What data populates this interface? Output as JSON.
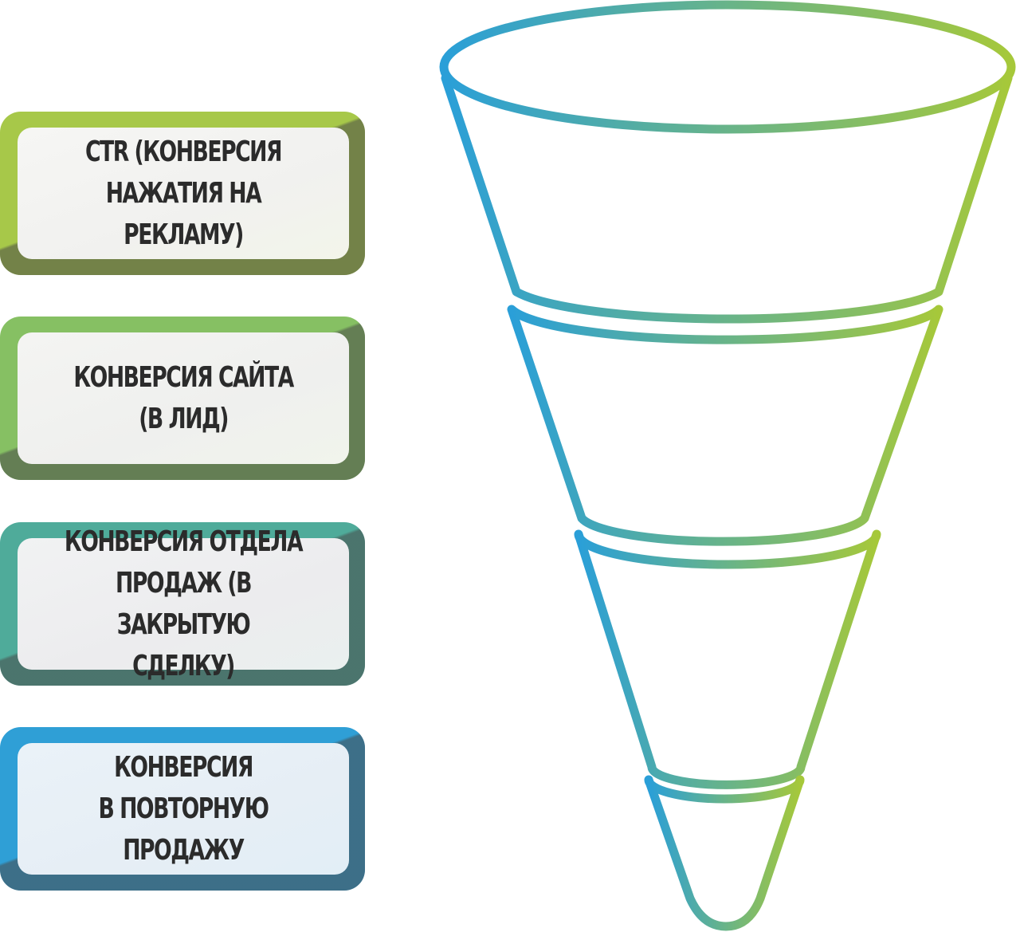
{
  "stages": [
    {
      "label": "CTR (КОНВЕРСИЯ\nНАЖАТИЯ НА РЕКЛАМУ)",
      "color": "#a7c849"
    },
    {
      "label": "КОНВЕРСИЯ САЙТА\n(В ЛИД)",
      "color": "#86c063"
    },
    {
      "label": "КОНВЕРСИЯ ОТДЕЛА\nПРОДАЖ (В ЗАКРЫТУЮ\nСДЕЛКУ)",
      "color": "#4fab9a"
    },
    {
      "label": "КОНВЕРСИЯ\nВ ПОВТОРНУЮ ПРОДАЖУ",
      "color": "#2f9fd6"
    }
  ],
  "funnel": {
    "segments": 4,
    "gradient_left": "#2a9fd8",
    "gradient_right": "#a6c83a"
  }
}
